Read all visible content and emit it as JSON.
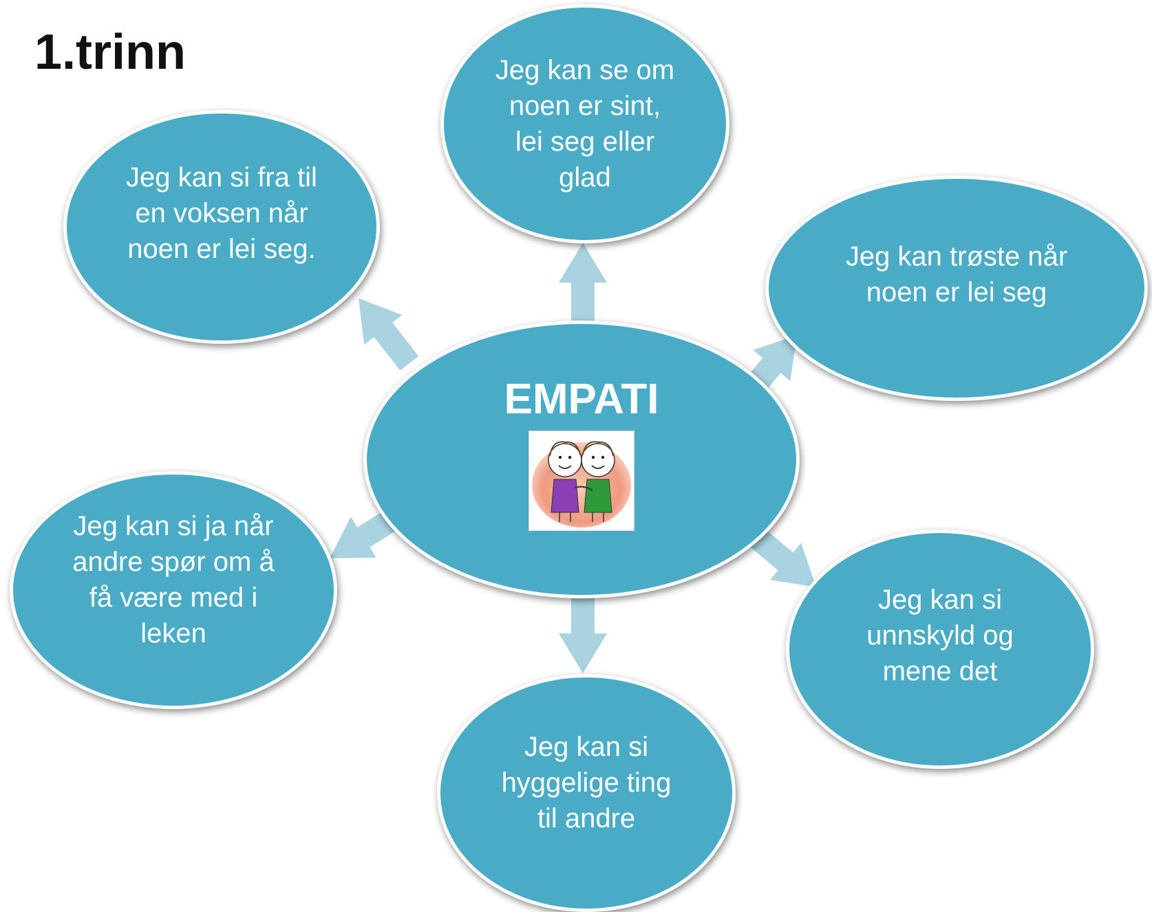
{
  "title": "1.trinn",
  "center": {
    "label": "EMPATI",
    "image": "two-children-hugging-drawing"
  },
  "bubbles": {
    "top": [
      "Jeg kan se om",
      "noen er sint,",
      "lei seg eller",
      "glad"
    ],
    "top_left": [
      "Jeg kan si fra til",
      "en voksen når",
      "noen er lei seg."
    ],
    "top_right": [
      "Jeg kan trøste når",
      "noen er lei seg"
    ],
    "bottom_left": [
      "Jeg kan si ja når",
      "andre spør om å",
      "få være med i",
      "leken"
    ],
    "bottom_right": [
      "Jeg kan si",
      "unnskyld og",
      "mene det"
    ],
    "bottom": [
      "Jeg kan si",
      "hyggelige ting",
      "til andre"
    ]
  },
  "colors": {
    "bubble_fill": "#4AABC6",
    "bubble_border": "#FFFFFF",
    "arrow_fill": "#A9D3E1",
    "title": "#111111"
  },
  "icons": {
    "arrow": "arrow-icon"
  }
}
